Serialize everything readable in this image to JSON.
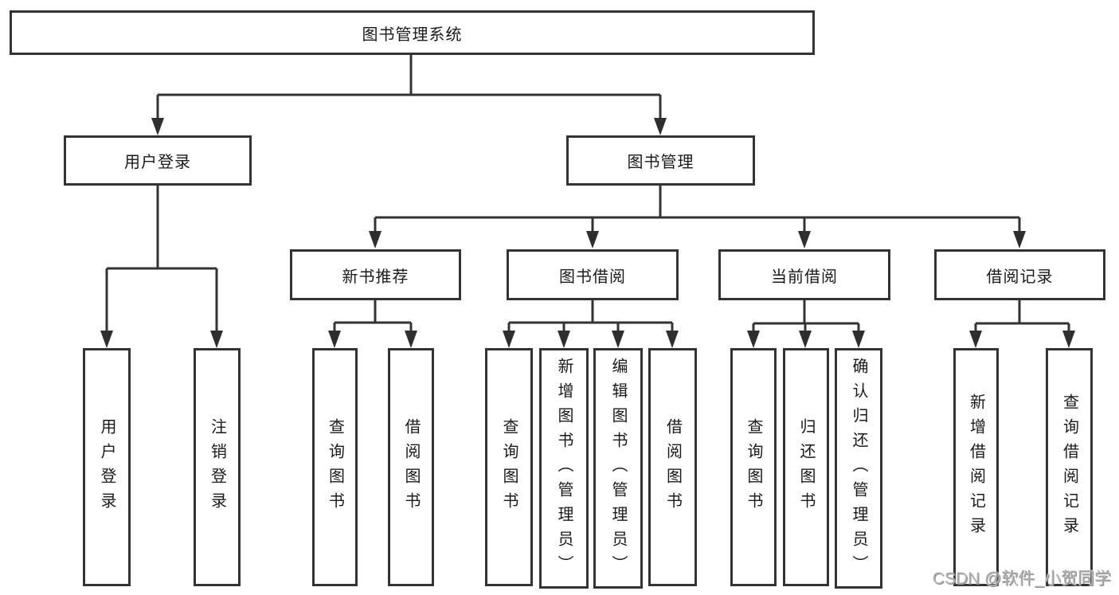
{
  "diagram": {
    "root": "图书管理系统",
    "branches": [
      {
        "label": "用户登录",
        "children": [
          "用户登录",
          "注销登录"
        ]
      },
      {
        "label": "图书管理",
        "groups": [
          {
            "label": "新书推荐",
            "children": [
              "查询图书",
              "借阅图书"
            ]
          },
          {
            "label": "图书借阅",
            "children": [
              "查询图书",
              "新增图书（管理员）",
              "编辑图书（管理员）",
              "借阅图书"
            ]
          },
          {
            "label": "当前借阅",
            "children": [
              "查询图书",
              "归还图书",
              "确认归还（管理员）"
            ]
          },
          {
            "label": "借阅记录",
            "children": [
              "新增借阅记录",
              "查询借阅记录"
            ]
          }
        ]
      }
    ]
  },
  "watermark": "CSDN @软件_小贺同学",
  "colors": {
    "line": "#333333",
    "arrow": "#2e2e2e",
    "text": "#1a1a1a",
    "background": "#ffffff",
    "watermark": "#b3b3b3"
  }
}
